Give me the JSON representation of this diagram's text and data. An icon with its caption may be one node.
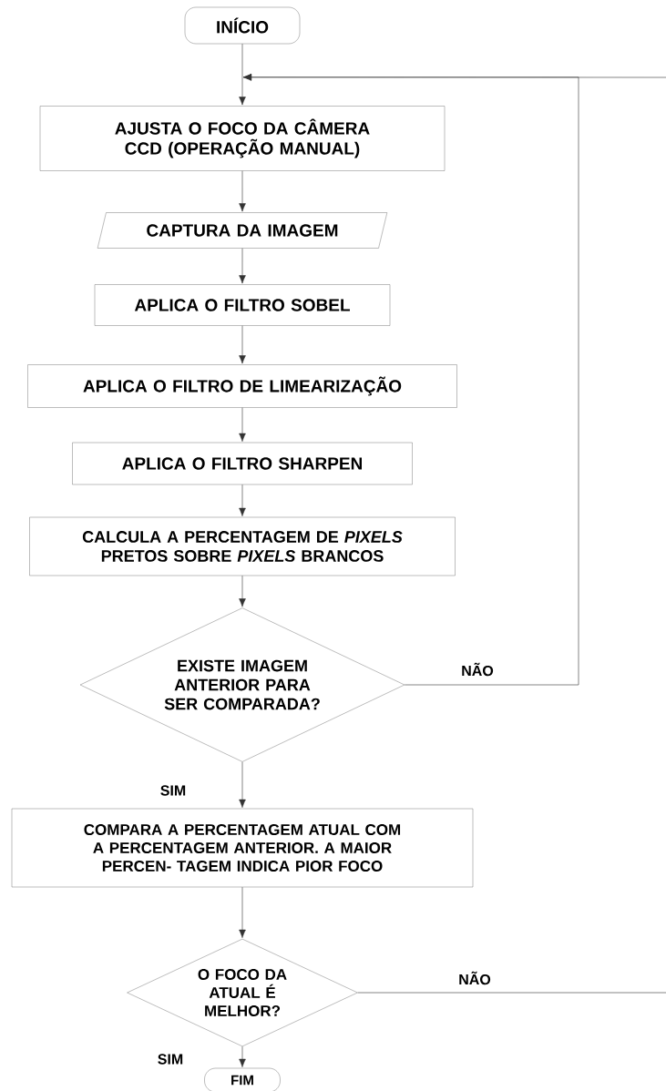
{
  "diagram": {
    "nodes": [
      {
        "text": [
          "INÍCIO"
        ]
      },
      {
        "text": [
          "AJUSTA O FOCO DA CÂMERA CCD (OPERAÇÃO MANUAL)"
        ]
      },
      {
        "text": [
          "CAPTURA DA IMAGEM"
        ]
      },
      {
        "text": [
          "APLICA O FILTRO SOBEL"
        ]
      },
      {
        "text": [
          "APLICA O FILTRO DE LIMEARIZAÇÃO"
        ]
      },
      {
        "text": [
          "APLICA O FILTRO SHARPEN"
        ]
      },
      {
        "text": [
          "CALCULA A PERCENTAGEM DE *PIXELS* PRETOS SOBRE *PIXELS* BRANCOS"
        ]
      },
      {
        "text": [
          "EXISTE IMAGEM ANTERIOR PARA SER COMPARADA?"
        ]
      },
      {
        "text": [
          "COMPARA A PERCENTAGEM ATUAL COM A PERCENTAGEM ANTERIOR. A MAIOR PERCEN- TAGEM INDICA PIOR FOCO"
        ]
      },
      {
        "text": [
          "O FOCO DA ATUAL É MELHOR?"
        ]
      },
      {
        "text": [
          "FIM"
        ]
      }
    ],
    "edges": [
      {
        "from": 0,
        "to": 1,
        "arrow": "to"
      },
      {
        "from": 1,
        "to": 2,
        "arrow": "to"
      },
      {
        "from": 2,
        "to": 3,
        "arrow": "to"
      },
      {
        "from": 3,
        "to": 4,
        "arrow": "to"
      },
      {
        "from": 4,
        "to": 5,
        "arrow": "to"
      },
      {
        "from": 5,
        "to": 6,
        "arrow": "to"
      },
      {
        "from": 6,
        "to": 7,
        "arrow": "to"
      },
      {
        "from": 7,
        "to": 8,
        "arrow": "to",
        "label": "SIM"
      },
      {
        "from": 8,
        "to": 9,
        "arrow": "to"
      },
      {
        "from": 9,
        "to": 10,
        "arrow": "to",
        "label": "SIM"
      },
      {
        "from": 7,
        "to": 1,
        "arrow": "to",
        "label": "NÃO"
      },
      {
        "from": 9,
        "to": null,
        "arrow": "none",
        "label": "NÃO"
      },
      {
        "from": null,
        "to": 1,
        "arrow": "to"
      }
    ]
  }
}
